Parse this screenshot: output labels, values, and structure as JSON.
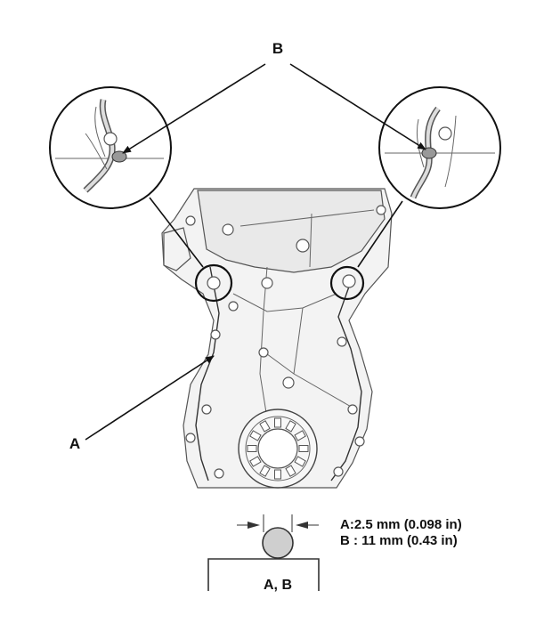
{
  "callouts": {
    "label_b": "B",
    "label_a": "A",
    "label_ab": "A, B"
  },
  "spec": {
    "line_a": "A:2.5 mm (0.098 in)",
    "line_b": "B : 11 mm (0.43 in)"
  }
}
